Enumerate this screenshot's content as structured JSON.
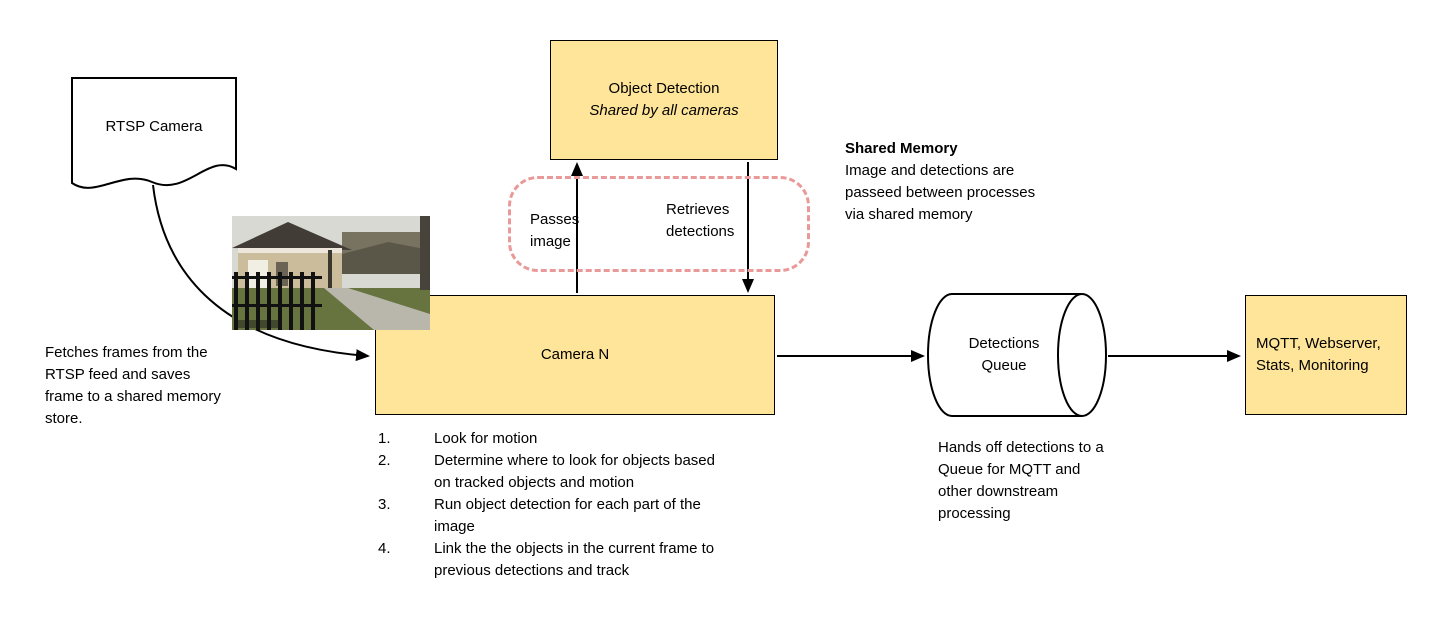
{
  "diagram": {
    "rtsp_camera": {
      "label": "RTSP Camera"
    },
    "fetch_note": "Fetches frames from the RTSP feed and saves frame to a shared memory store.",
    "object_detection": {
      "label": "Object Detection",
      "sublabel": "Shared by all cameras"
    },
    "shared_memory": {
      "title": "Shared Memory",
      "body": "Image and detections are passeed between processes via shared memory"
    },
    "passes_image_label": "Passes image",
    "retrieves_detections_label": "Retrieves detections",
    "camera_n": {
      "label": "Camera N",
      "steps": [
        "Look for motion",
        "Determine where to look for objects based on tracked objects and motion",
        "Run object detection for each part of the image",
        "Link the the objects in the current frame to previous detections and track"
      ]
    },
    "detections_queue": {
      "label": "Detections Queue",
      "note": "Hands off detections to a Queue for MQTT and other downstream processing"
    },
    "outputs": {
      "label": "MQTT, Webserver, Stats, Monitoring"
    }
  },
  "colors": {
    "node_fill": "#FFE599",
    "node_border": "#000000",
    "shared_memory_dash": "#EA9999",
    "arrow": "#000000"
  }
}
